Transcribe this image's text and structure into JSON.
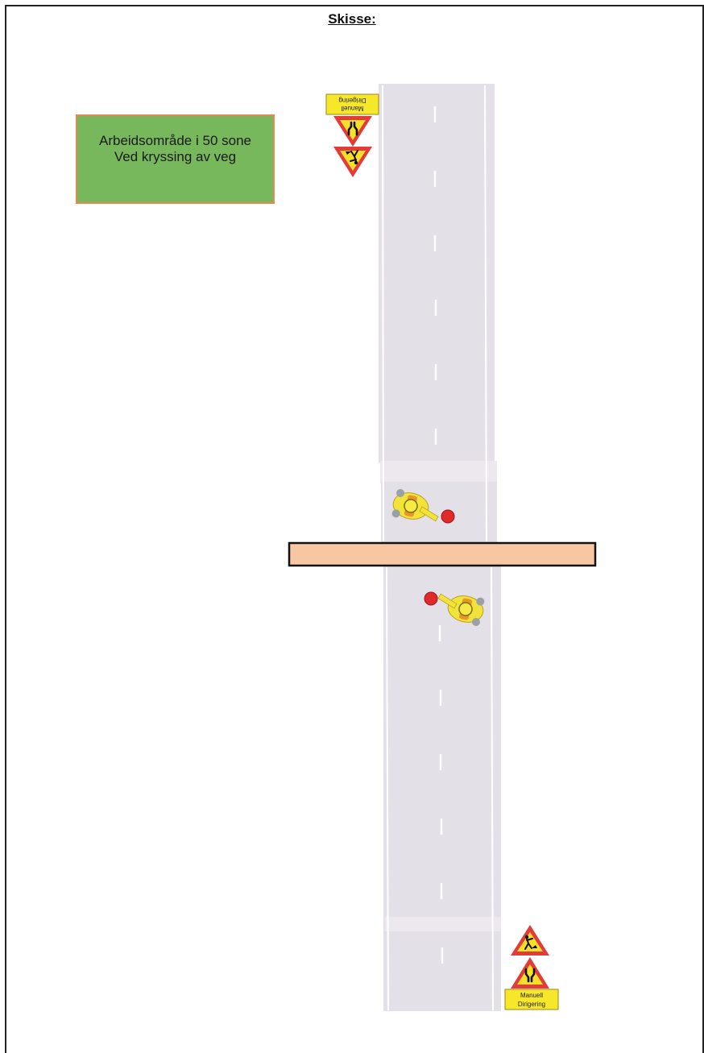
{
  "heading": "Skisse:",
  "info_box": {
    "line1": "Arbeidsområde i 50 sone",
    "line2": "Ved kryssing av veg"
  },
  "sign_plate": {
    "line1": "Manuell",
    "line2": "Dirigering"
  },
  "colors": {
    "road": "#e4e0e8",
    "sign_red": "#e33a3a",
    "sign_yellow": "#f6e02a",
    "plate_yellow": "#f6e72a",
    "info_green": "#78b85c",
    "crossing_bar": "#f6c7a2",
    "flagger_yellow": "#f2e33a",
    "flag_red": "#e02a2a"
  },
  "icons": [
    "road-narrows-sign",
    "road-work-sign",
    "flagger",
    "stop-paddle"
  ]
}
